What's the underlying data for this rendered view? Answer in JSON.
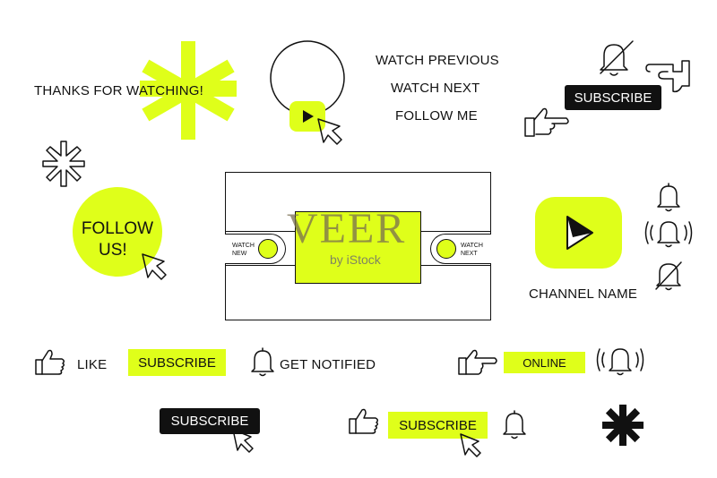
{
  "texts": {
    "thanks": "THANKS FOR WATCHING!",
    "watch_previous": "WATCH PREVIOUS",
    "watch_next": "WATCH NEXT",
    "follow_me": "FOLLOW ME",
    "follow_us_line1": "FOLLOW",
    "follow_us_line2": "US!",
    "channel_name": "CHANNEL NAME",
    "like": "LIKE",
    "get_notified": "GET NOTIFIED",
    "online": "ONLINE"
  },
  "player": {
    "left_label_line1": "WATCH",
    "left_label_line2": "NEW",
    "right_label_line1": "WATCH",
    "right_label_line2": "NEXT"
  },
  "buttons": {
    "subscribe_top": "SUBSCRIBE",
    "subscribe_lime_mid": "SUBSCRIBE",
    "subscribe_black_bottom": "SUBSCRIBE",
    "subscribe_lime_bottom": "SUBSCRIBE"
  },
  "watermark": {
    "brand": "VEER",
    "sub": "by iStock"
  },
  "colors": {
    "accent": "#dfff1a",
    "dark": "#111111",
    "background": "#ffffff"
  },
  "icons": [
    "asterisk-icon",
    "cursor-arrow-icon",
    "play-icon",
    "bell-icon",
    "bell-off-icon",
    "bell-ringing-icon",
    "thumbs-up-icon",
    "pointing-hand-icon",
    "thumbs-down-icon"
  ]
}
